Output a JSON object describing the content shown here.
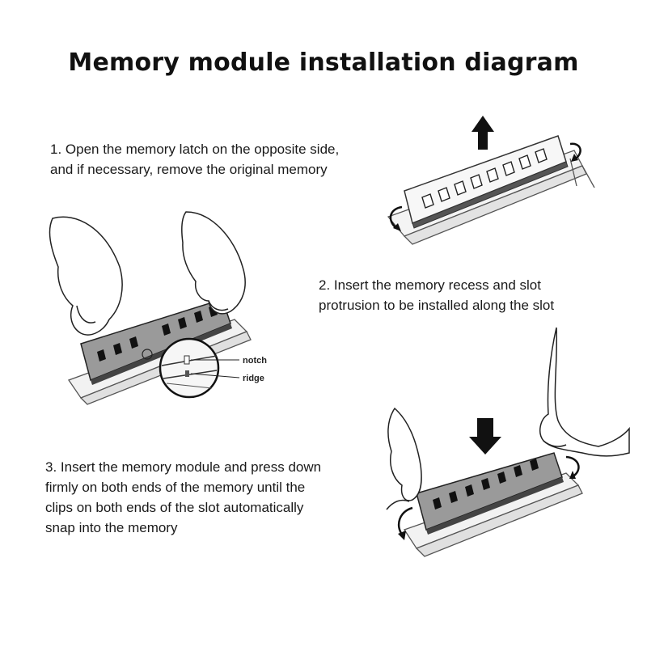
{
  "title": "Memory module installation diagram",
  "steps": [
    {
      "lines": [
        "1. Open the memory latch on the opposite side,",
        "and if necessary, remove the original memory"
      ]
    },
    {
      "lines": [
        "2. Insert the memory recess and slot",
        "protrusion to be installed along the slot"
      ]
    },
    {
      "lines": [
        "3. Insert the memory module and press down",
        "firmly on both ends of the memory until the",
        "clips on both ends of the slot automatically",
        "snap into the memory"
      ]
    }
  ],
  "callouts": {
    "notch": "notch",
    "ridge": "ridge"
  }
}
